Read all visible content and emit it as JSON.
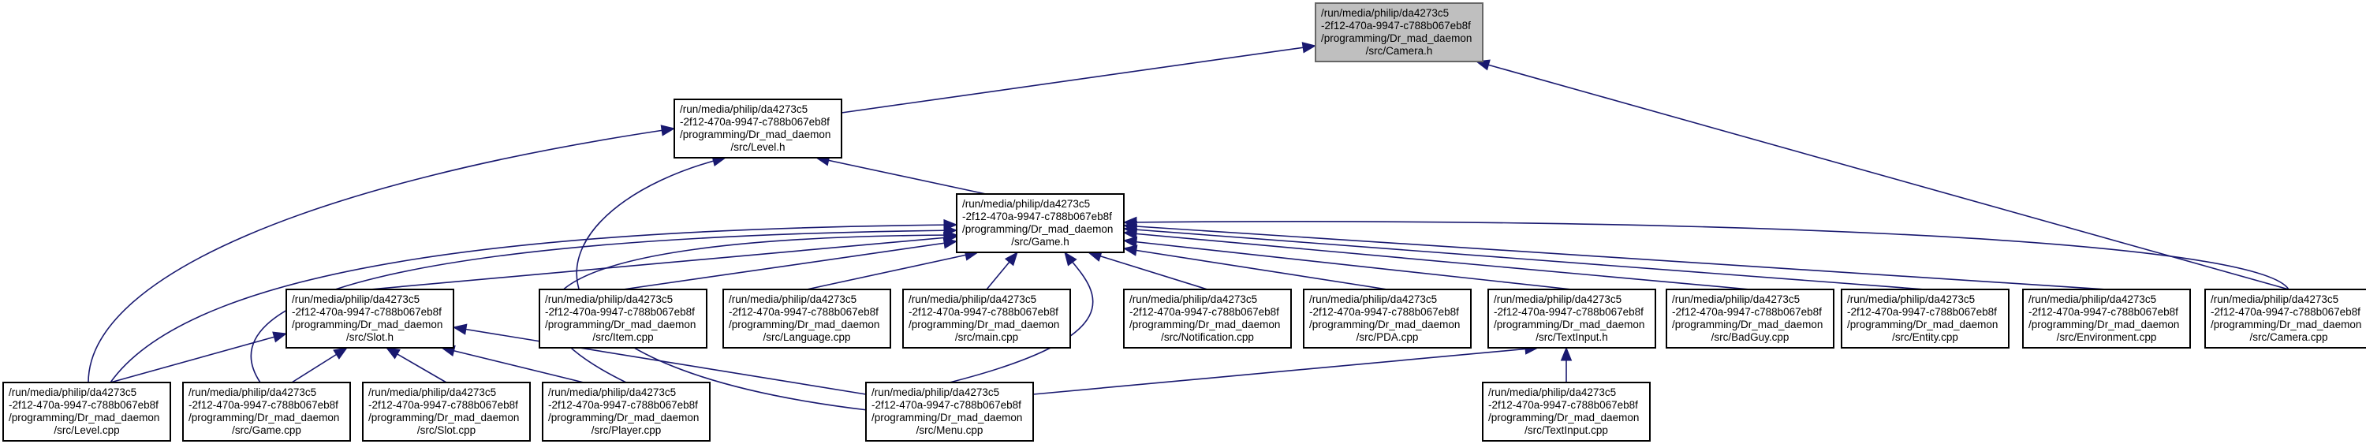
{
  "graph": {
    "nodes": [
      {
        "id": "camera_h",
        "lines": [
          "/run/media/philip/da4273c5",
          "-2f12-470a-9947-c788b067eb8f",
          "/programming/Dr_mad_daemon",
          "/src/Camera.h"
        ],
        "root": true
      },
      {
        "id": "level_h",
        "lines": [
          "/run/media/philip/da4273c5",
          "-2f12-470a-9947-c788b067eb8f",
          "/programming/Dr_mad_daemon",
          "/src/Level.h"
        ]
      },
      {
        "id": "game_h",
        "lines": [
          "/run/media/philip/da4273c5",
          "-2f12-470a-9947-c788b067eb8f",
          "/programming/Dr_mad_daemon",
          "/src/Game.h"
        ]
      },
      {
        "id": "slot_h",
        "lines": [
          "/run/media/philip/da4273c5",
          "-2f12-470a-9947-c788b067eb8f",
          "/programming/Dr_mad_daemon",
          "/src/Slot.h"
        ]
      },
      {
        "id": "item_cpp",
        "lines": [
          "/run/media/philip/da4273c5",
          "-2f12-470a-9947-c788b067eb8f",
          "/programming/Dr_mad_daemon",
          "/src/Item.cpp"
        ]
      },
      {
        "id": "language_cpp",
        "lines": [
          "/run/media/philip/da4273c5",
          "-2f12-470a-9947-c788b067eb8f",
          "/programming/Dr_mad_daemon",
          "/src/Language.cpp"
        ]
      },
      {
        "id": "main_cpp",
        "lines": [
          "/run/media/philip/da4273c5",
          "-2f12-470a-9947-c788b067eb8f",
          "/programming/Dr_mad_daemon",
          "/src/main.cpp"
        ]
      },
      {
        "id": "notification_cpp",
        "lines": [
          "/run/media/philip/da4273c5",
          "-2f12-470a-9947-c788b067eb8f",
          "/programming/Dr_mad_daemon",
          "/src/Notification.cpp"
        ]
      },
      {
        "id": "pda_cpp",
        "lines": [
          "/run/media/philip/da4273c5",
          "-2f12-470a-9947-c788b067eb8f",
          "/programming/Dr_mad_daemon",
          "/src/PDA.cpp"
        ]
      },
      {
        "id": "textinput_h",
        "lines": [
          "/run/media/philip/da4273c5",
          "-2f12-470a-9947-c788b067eb8f",
          "/programming/Dr_mad_daemon",
          "/src/TextInput.h"
        ]
      },
      {
        "id": "badguy_cpp",
        "lines": [
          "/run/media/philip/da4273c5",
          "-2f12-470a-9947-c788b067eb8f",
          "/programming/Dr_mad_daemon",
          "/src/BadGuy.cpp"
        ]
      },
      {
        "id": "entity_cpp",
        "lines": [
          "/run/media/philip/da4273c5",
          "-2f12-470a-9947-c788b067eb8f",
          "/programming/Dr_mad_daemon",
          "/src/Entity.cpp"
        ]
      },
      {
        "id": "environment_cpp",
        "lines": [
          "/run/media/philip/da4273c5",
          "-2f12-470a-9947-c788b067eb8f",
          "/programming/Dr_mad_daemon",
          "/src/Environment.cpp"
        ]
      },
      {
        "id": "camera_cpp",
        "lines": [
          "/run/media/philip/da4273c5",
          "-2f12-470a-9947-c788b067eb8f",
          "/programming/Dr_mad_daemon",
          "/src/Camera.cpp"
        ]
      },
      {
        "id": "level_cpp",
        "lines": [
          "/run/media/philip/da4273c5",
          "-2f12-470a-9947-c788b067eb8f",
          "/programming/Dr_mad_daemon",
          "/src/Level.cpp"
        ]
      },
      {
        "id": "game_cpp",
        "lines": [
          "/run/media/philip/da4273c5",
          "-2f12-470a-9947-c788b067eb8f",
          "/programming/Dr_mad_daemon",
          "/src/Game.cpp"
        ]
      },
      {
        "id": "slot_cpp",
        "lines": [
          "/run/media/philip/da4273c5",
          "-2f12-470a-9947-c788b067eb8f",
          "/programming/Dr_mad_daemon",
          "/src/Slot.cpp"
        ]
      },
      {
        "id": "player_cpp",
        "lines": [
          "/run/media/philip/da4273c5",
          "-2f12-470a-9947-c788b067eb8f",
          "/programming/Dr_mad_daemon",
          "/src/Player.cpp"
        ]
      },
      {
        "id": "menu_cpp",
        "lines": [
          "/run/media/philip/da4273c5",
          "-2f12-470a-9947-c788b067eb8f",
          "/programming/Dr_mad_daemon",
          "/src/Menu.cpp"
        ]
      },
      {
        "id": "textinput_cpp",
        "lines": [
          "/run/media/philip/da4273c5",
          "-2f12-470a-9947-c788b067eb8f",
          "/programming/Dr_mad_daemon",
          "/src/TextInput.cpp"
        ]
      }
    ],
    "edges": [
      {
        "from": "level_h",
        "to": "camera_h"
      },
      {
        "from": "camera_cpp",
        "to": "camera_h"
      },
      {
        "from": "game_h",
        "to": "level_h"
      },
      {
        "from": "level_cpp",
        "to": "level_h"
      },
      {
        "from": "menu_cpp",
        "to": "level_h"
      },
      {
        "from": "slot_h",
        "to": "game_h"
      },
      {
        "from": "item_cpp",
        "to": "game_h"
      },
      {
        "from": "language_cpp",
        "to": "game_h"
      },
      {
        "from": "main_cpp",
        "to": "game_h"
      },
      {
        "from": "notification_cpp",
        "to": "game_h"
      },
      {
        "from": "pda_cpp",
        "to": "game_h"
      },
      {
        "from": "textinput_h",
        "to": "game_h"
      },
      {
        "from": "badguy_cpp",
        "to": "game_h"
      },
      {
        "from": "entity_cpp",
        "to": "game_h"
      },
      {
        "from": "environment_cpp",
        "to": "game_h"
      },
      {
        "from": "camera_cpp",
        "to": "game_h"
      },
      {
        "from": "level_cpp",
        "to": "game_h"
      },
      {
        "from": "game_cpp",
        "to": "game_h"
      },
      {
        "from": "player_cpp",
        "to": "game_h"
      },
      {
        "from": "menu_cpp",
        "to": "game_h"
      },
      {
        "from": "level_cpp",
        "to": "slot_h"
      },
      {
        "from": "game_cpp",
        "to": "slot_h"
      },
      {
        "from": "slot_cpp",
        "to": "slot_h"
      },
      {
        "from": "player_cpp",
        "to": "slot_h"
      },
      {
        "from": "menu_cpp",
        "to": "slot_h"
      },
      {
        "from": "menu_cpp",
        "to": "textinput_h"
      },
      {
        "from": "textinput_cpp",
        "to": "textinput_h"
      }
    ]
  }
}
